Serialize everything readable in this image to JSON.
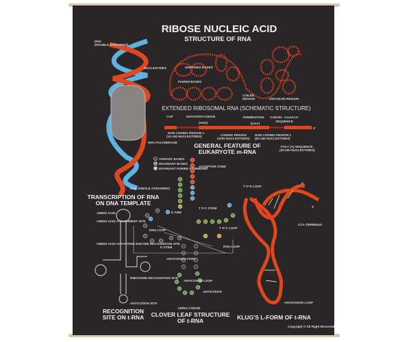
{
  "poster": {
    "title": "RIBOSE NUCLEIC ACID",
    "subtitle": "STRUCTURE OF RNA",
    "colors": {
      "background": "#2a2526",
      "rna": "#e0471f",
      "dna_blue": "#5fb1e0",
      "rod": "#d9c9a8",
      "text": "#e8e8e8"
    },
    "transcription": {
      "labels": [
        "DNA",
        "(DOUBLE STRANDED)",
        "NUCLEOTIDES",
        "RNA POLYMERASE",
        "RNA (SINGLE STRANDED)"
      ],
      "title_line1": "TRANSCRIPTION OF RNA",
      "title_line2": "ON DNA TEMPLATE"
    },
    "ribosomal": {
      "labels": [
        "UNPAIRED BASES",
        "PAIRED BASES",
        "COILED",
        "REGION",
        "UNCOILED REGION"
      ],
      "title": "EXTENDED RIBOSOMAL RNA (SCHEMATIC STRUCTURE)"
    },
    "mrna": {
      "top_labels": [
        "CAP",
        "INITIATION CODON",
        "(AUG)",
        "TERMINATION",
        "(UAA)",
        "CODON - AAUAAA-",
        "SEQUENCE"
      ],
      "bottom_labels": [
        "NON CODING REGION 1",
        "(10-100 NUCLEOTIDES)",
        "CODING REGION",
        "(1000 NUCLEOTIDES)",
        "NON CODING REGION 2",
        "(50-150 NUCLEOTIDES)",
        "POLY (A) SEQUENCE",
        "(20-250 NUCLEOTIDES)"
      ],
      "end_label": "3'",
      "title_line1": "GENERAL FEATURE OF",
      "title_line2": "EUKARYOTE m-RNA"
    },
    "legend": [
      "VARIANT BASES",
      "INVARIANT BASES",
      "INVARIANT PURINE PYRIMIDINE"
    ],
    "cloverleaf": {
      "labels": [
        "ACCEPTOR STEM",
        "T Ψ C STEM",
        "D ARM",
        "DHU LOOP",
        "T Ψ C LOOP",
        "D STEM",
        "ANTICODON STEM",
        "ANTICODON LOOP",
        "ANTICODON",
        "mRNA CODON",
        "DHU LOOP"
      ],
      "title_line1": "CLOVER LEAF STRUCTURE",
      "title_line2": "OF t-RNA"
    },
    "recognition": {
      "labels": [
        "AMINO ACID",
        "AMINO ACID ATTACHMENT SITE",
        "AMINO ACID ACTIVATING ENZYME RECOGNITION SITE",
        "RIBOSOME RECOGNITION SITE",
        "ANTICODON SITE"
      ],
      "title_line1": "RECOGNITION",
      "title_line2": "SITE ON t-RNA"
    },
    "lform": {
      "labels": [
        "T Ψ R LOOP",
        "5'",
        "3'",
        "CCA TERMINUS",
        "ANTICODON LOOP"
      ],
      "title": "KLUG'S L-FORM OF t-RNA"
    },
    "copyright": "Copyright © All Right Reserved"
  }
}
